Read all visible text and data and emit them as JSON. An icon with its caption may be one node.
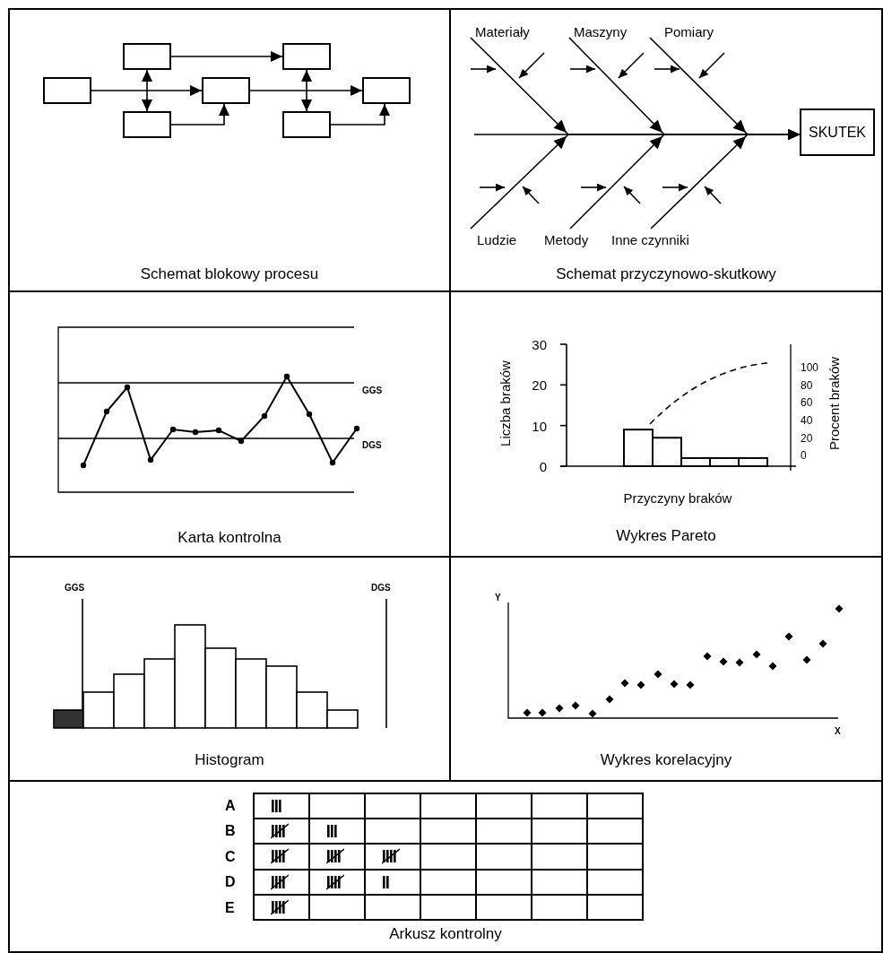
{
  "diagram": {
    "nodes": [
      {
        "text": [
          "Schemat blokowy procesu"
        ]
      },
      {
        "text": [],
        "shape": "box",
        "in": 0
      },
      {
        "text": [],
        "shape": "box",
        "in": 0
      },
      {
        "text": [],
        "shape": "box",
        "in": 0
      },
      {
        "text": [],
        "shape": "box",
        "in": 0
      },
      {
        "text": [],
        "shape": "box",
        "in": 0
      },
      {
        "text": [],
        "shape": "box",
        "in": 0
      },
      {
        "text": [],
        "shape": "box",
        "in": 0
      },
      {
        "text": [
          "Schemat przyczynowo-skutkowy"
        ]
      },
      {
        "text": [
          "SKUTEK"
        ],
        "in": 8
      },
      {
        "text": [
          "Karta kontrolna"
        ]
      },
      {
        "text": [
          "Wykres Pareto"
        ]
      },
      {
        "text": [
          "Histogram"
        ]
      },
      {
        "text": [
          "Wykres korelacyjny"
        ]
      },
      {
        "text": [
          "Arkusz kontrolny"
        ]
      },
      {
        "text": [
          "Materiały"
        ],
        "in": 8
      },
      {
        "text": [
          "Maszyny"
        ],
        "in": 8
      },
      {
        "text": [
          "Pomiary"
        ],
        "in": 8
      },
      {
        "text": [
          "Ludzie"
        ],
        "in": 8
      },
      {
        "text": [
          "Metody"
        ],
        "in": 8
      },
      {
        "text": [
          "Inne czynniki"
        ],
        "in": 8
      }
    ],
    "edges": [
      {
        "from": 3,
        "to": 4,
        "arrow": "to"
      },
      {
        "from": 1,
        "to": 2,
        "arrow": "to"
      },
      {
        "from": 1,
        "to": 6,
        "arrow": "both"
      },
      {
        "from": 6,
        "to": 4,
        "arrow": "to"
      },
      {
        "from": 4,
        "to": 5,
        "arrow": "to"
      },
      {
        "from": 2,
        "to": 7,
        "arrow": "both"
      },
      {
        "from": 7,
        "to": 5,
        "arrow": "to"
      },
      {
        "from": null,
        "to": 9,
        "arrow": "to"
      },
      {
        "from": 15,
        "to": 9,
        "arrow": "to"
      },
      {
        "from": 16,
        "to": 9,
        "arrow": "to"
      },
      {
        "from": 17,
        "to": 9,
        "arrow": "to"
      },
      {
        "from": 18,
        "to": 9,
        "arrow": "to"
      },
      {
        "from": 19,
        "to": 9,
        "arrow": "to"
      },
      {
        "from": 20,
        "to": 9,
        "arrow": "to"
      }
    ],
    "labels": [
      "GGS",
      "DGS",
      "100",
      "80",
      "60",
      "40",
      "20",
      "0",
      "Procent braków",
      "GGS",
      "DGS",
      "Y",
      "X",
      "A",
      "B",
      "C",
      "D",
      "E"
    ],
    "chart_data": {
      "type": "bar",
      "xlabel": "Przyczyny braków",
      "ylabel": "Liczba braków",
      "categories": [
        null,
        null,
        null,
        null,
        null,
        null,
        null,
        null
      ],
      "values": [
        null,
        null,
        9,
        7,
        2,
        2,
        2,
        null
      ],
      "ylim": [
        0,
        30
      ],
      "yticks": [
        0,
        10,
        20,
        30
      ]
    }
  }
}
